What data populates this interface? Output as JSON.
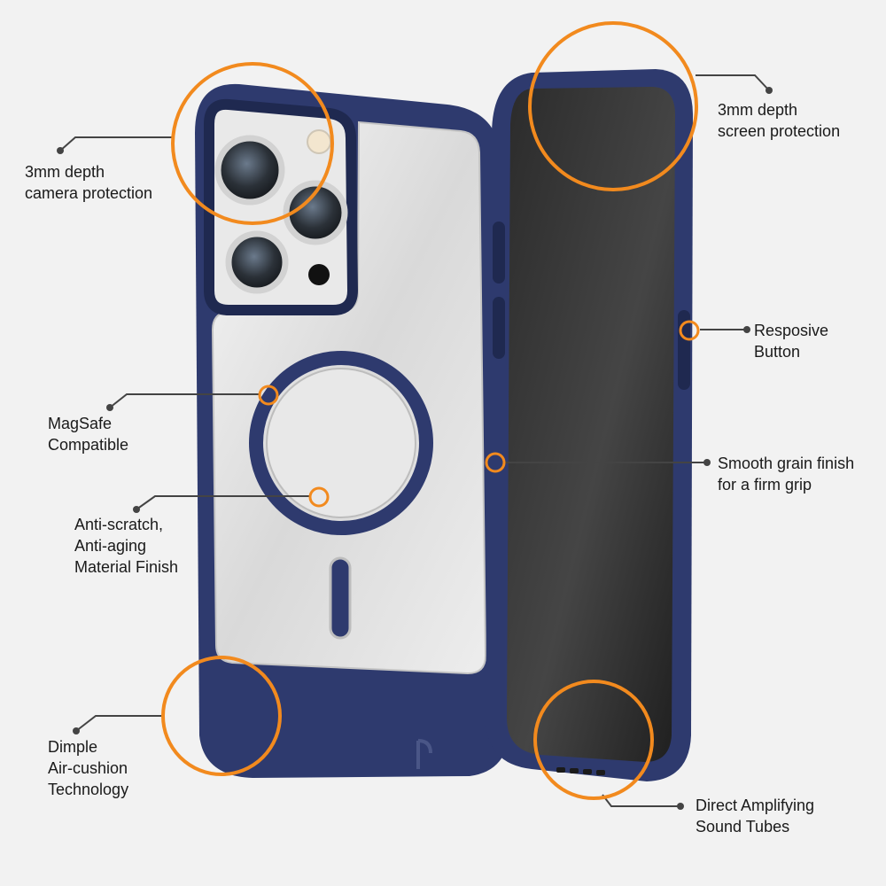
{
  "colors": {
    "background": "#f2f2f2",
    "case_navy": "#2e3a6e",
    "case_navy_dark": "#1f2950",
    "highlight_orange": "#f28a1e",
    "leader_line": "#444444",
    "label_text": "#1a1a1a"
  },
  "callouts": [
    {
      "id": "camera",
      "line1": "3mm depth",
      "line2": "camera protection"
    },
    {
      "id": "screen",
      "line1": "3mm depth",
      "line2": "screen protection"
    },
    {
      "id": "button",
      "line1": "Resposive",
      "line2": "Button"
    },
    {
      "id": "magsafe",
      "line1": "MagSafe",
      "line2": "Compatible"
    },
    {
      "id": "grip",
      "line1": "Smooth grain finish",
      "line2": "for a firm grip"
    },
    {
      "id": "antiscratch",
      "line1": "Anti-scratch,",
      "line2": "Anti-aging",
      "line3": "Material Finish"
    },
    {
      "id": "dimple",
      "line1": "Dimple",
      "line2": "Air-cushion",
      "line3": "Technology"
    },
    {
      "id": "sound",
      "line1": "Direct Amplifying",
      "line2": "Sound Tubes"
    }
  ]
}
